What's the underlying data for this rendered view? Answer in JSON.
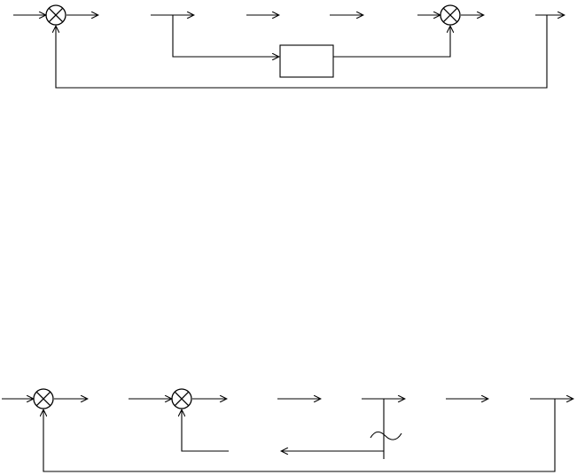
{
  "diagrams": [
    {
      "id": "diagram-top",
      "summing_junctions": 2,
      "blocks": 1,
      "labels": []
    },
    {
      "id": "diagram-bottom",
      "summing_junctions": 2,
      "blocks": 0,
      "labels": []
    }
  ],
  "colors": {
    "stroke": "#000000",
    "background": "#ffffff"
  }
}
